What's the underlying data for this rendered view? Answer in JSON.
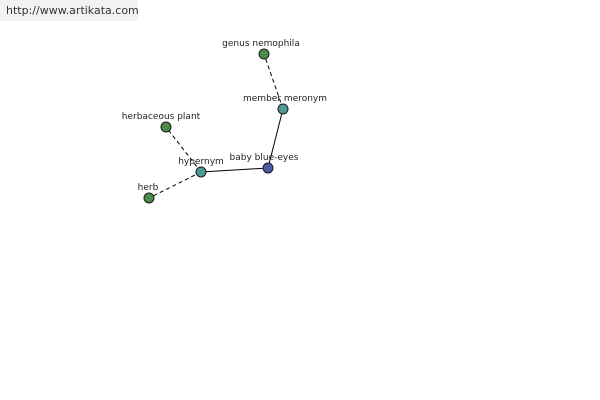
{
  "site": {
    "url": "http://www.artikata.com"
  },
  "colors": {
    "center": "#4a5aa8",
    "relation": "#4f9a94",
    "term": "#4c8c4a"
  },
  "graph": {
    "nodes": [
      {
        "id": "baby-blue-eyes",
        "label": "baby blue-eyes",
        "kind": "center"
      },
      {
        "id": "member-meronym",
        "label": "member meronym",
        "kind": "relation"
      },
      {
        "id": "hypernym",
        "label": "hypernym",
        "kind": "relation"
      },
      {
        "id": "genus-nemophila",
        "label": "genus nemophila",
        "kind": "term"
      },
      {
        "id": "herbaceous-plant",
        "label": "herbaceous plant",
        "kind": "term"
      },
      {
        "id": "herb",
        "label": "herb",
        "kind": "term"
      }
    ],
    "edges": [
      {
        "from": "baby-blue-eyes",
        "to": "member-meronym",
        "style": "solid"
      },
      {
        "from": "baby-blue-eyes",
        "to": "hypernym",
        "style": "solid"
      },
      {
        "from": "member-meronym",
        "to": "genus-nemophila",
        "style": "dashed"
      },
      {
        "from": "hypernym",
        "to": "herbaceous-plant",
        "style": "dashed"
      },
      {
        "from": "hypernym",
        "to": "herb",
        "style": "dashed"
      }
    ]
  }
}
